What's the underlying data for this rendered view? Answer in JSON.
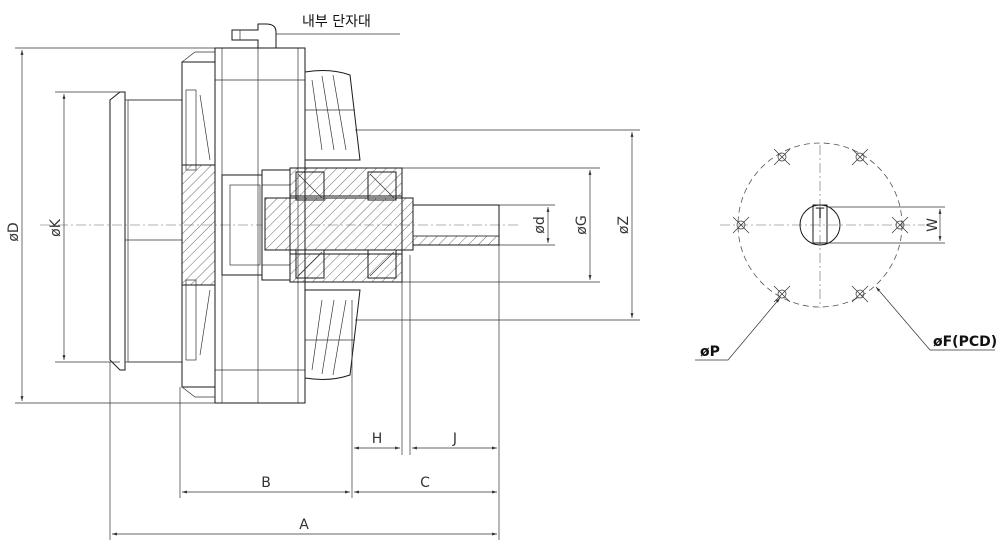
{
  "labels": {
    "internal_terminal": "내부 단자대",
    "dim_D": "øD",
    "dim_K": "øK",
    "dim_d": "ød",
    "dim_G": "øG",
    "dim_Z": "øZ",
    "dim_A": "A",
    "dim_B": "B",
    "dim_C": "C",
    "dim_H": "H",
    "dim_J": "J",
    "dim_W": "W",
    "dim_T": "T",
    "dim_P": "øP",
    "dim_F": "øF(PCD)"
  }
}
